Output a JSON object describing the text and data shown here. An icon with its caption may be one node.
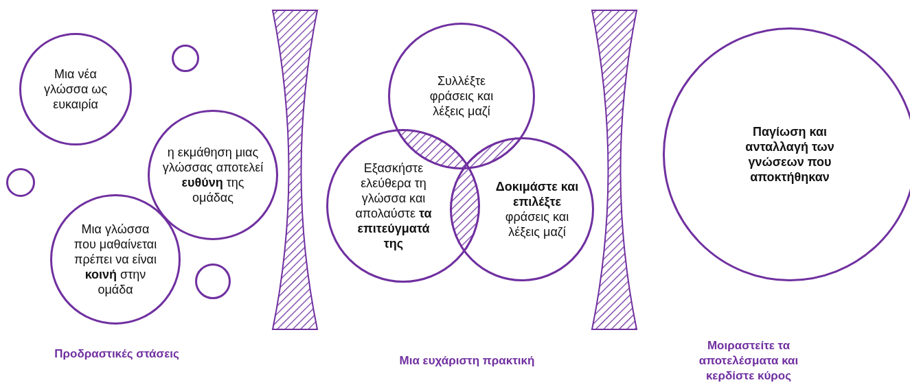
{
  "diagram": {
    "nodes": [
      {
        "text": [
          "Μια νέα γλώσσα ως ευκαιρία"
        ]
      },
      {
        "text": [],
        "shape": "circle"
      },
      {
        "text": [
          "η εκμάθηση μιας γλώσσας αποτελεί **ευθύνη** της ομάδας"
        ]
      },
      {
        "text": [],
        "shape": "circle"
      },
      {
        "text": [
          "Μια γλώσσα που μαθαίνεται πρέπει να είναι **κοινή** στην ομάδα"
        ]
      },
      {
        "text": [],
        "shape": "circle"
      },
      {
        "text": [
          "Συλλέξτε φράσεις και λέξεις μαζί"
        ]
      },
      {
        "text": [
          "Εξασκήστε ελεύθερα τη γλώσσα και απολαύστε **τα επιτεύγματά της**"
        ]
      },
      {
        "text": [
          "**Δοκιμάστε και επιλέξτε** φράσεις και λέξεις μαζί"
        ]
      },
      {
        "text": [
          "Παγίωση και ανταλλαγή των γνώσεων που αποκτήθηκαν"
        ]
      }
    ],
    "labels": [
      "Προδραστικές στάσεις",
      "Μια ευχάριστη πρακτική",
      "Μοιραστείτε τα αποτελέσματα και κερδίστε κύρος"
    ]
  }
}
